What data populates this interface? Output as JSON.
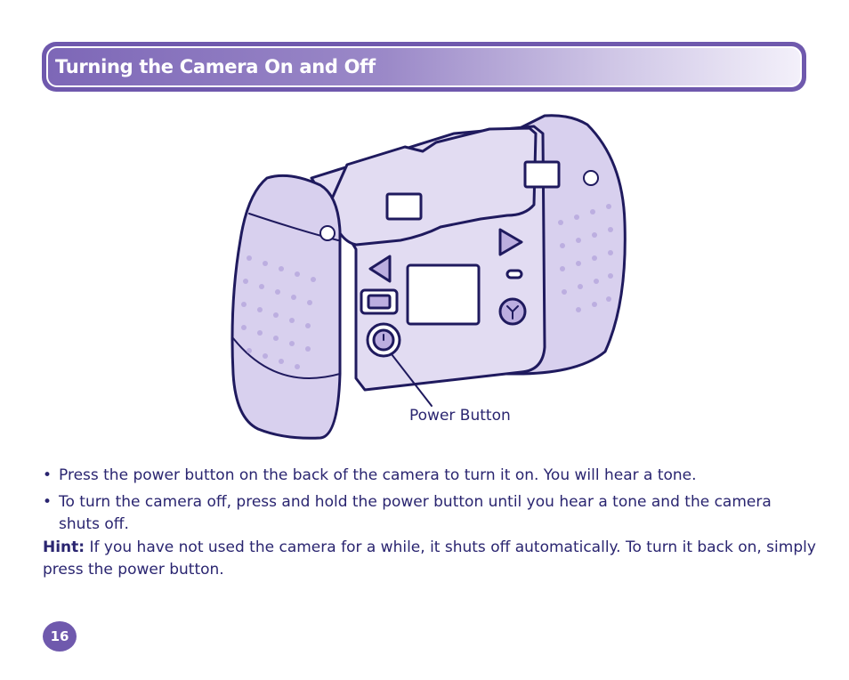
{
  "header": {
    "title": "Turning the Camera On and Off"
  },
  "illustration": {
    "callout_label": "Power Button",
    "colors": {
      "outline": "#1f1a5e",
      "body_fill": "#e2dcf2",
      "grip_fill": "#d8d0ee",
      "dot_fill": "#bcaee0"
    }
  },
  "instructions": {
    "bullet_char": "•",
    "bullets": [
      "Press the power button on the back of the camera to turn it on. You will hear a tone.",
      "To turn the camera off, press and hold the power button until you hear a tone and the camera shuts off."
    ],
    "hint_label": "Hint:",
    "hint_text": " If you have not used the camera for a while, it shuts off automatically. To turn it back on, simply press the power button."
  },
  "footer": {
    "page_number": "16"
  },
  "theme": {
    "accent": "#6f59ad",
    "text": "#2a2570"
  }
}
